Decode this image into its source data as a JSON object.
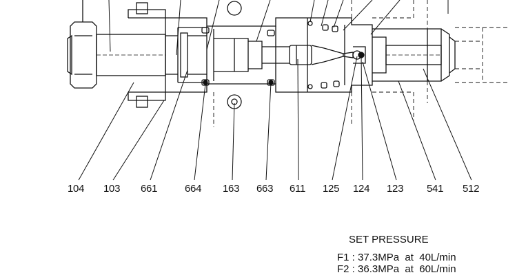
{
  "part_labels": [
    "104",
    "103",
    "661",
    "664",
    "163",
    "663",
    "611",
    "125",
    "124",
    "123",
    "541",
    "512"
  ],
  "set_pressure": {
    "title": "SET PRESSURE",
    "rows": [
      "F1 : 37.3MPa  at  40L/min",
      "F2 : 36.3MPa  at  60L/min"
    ]
  }
}
